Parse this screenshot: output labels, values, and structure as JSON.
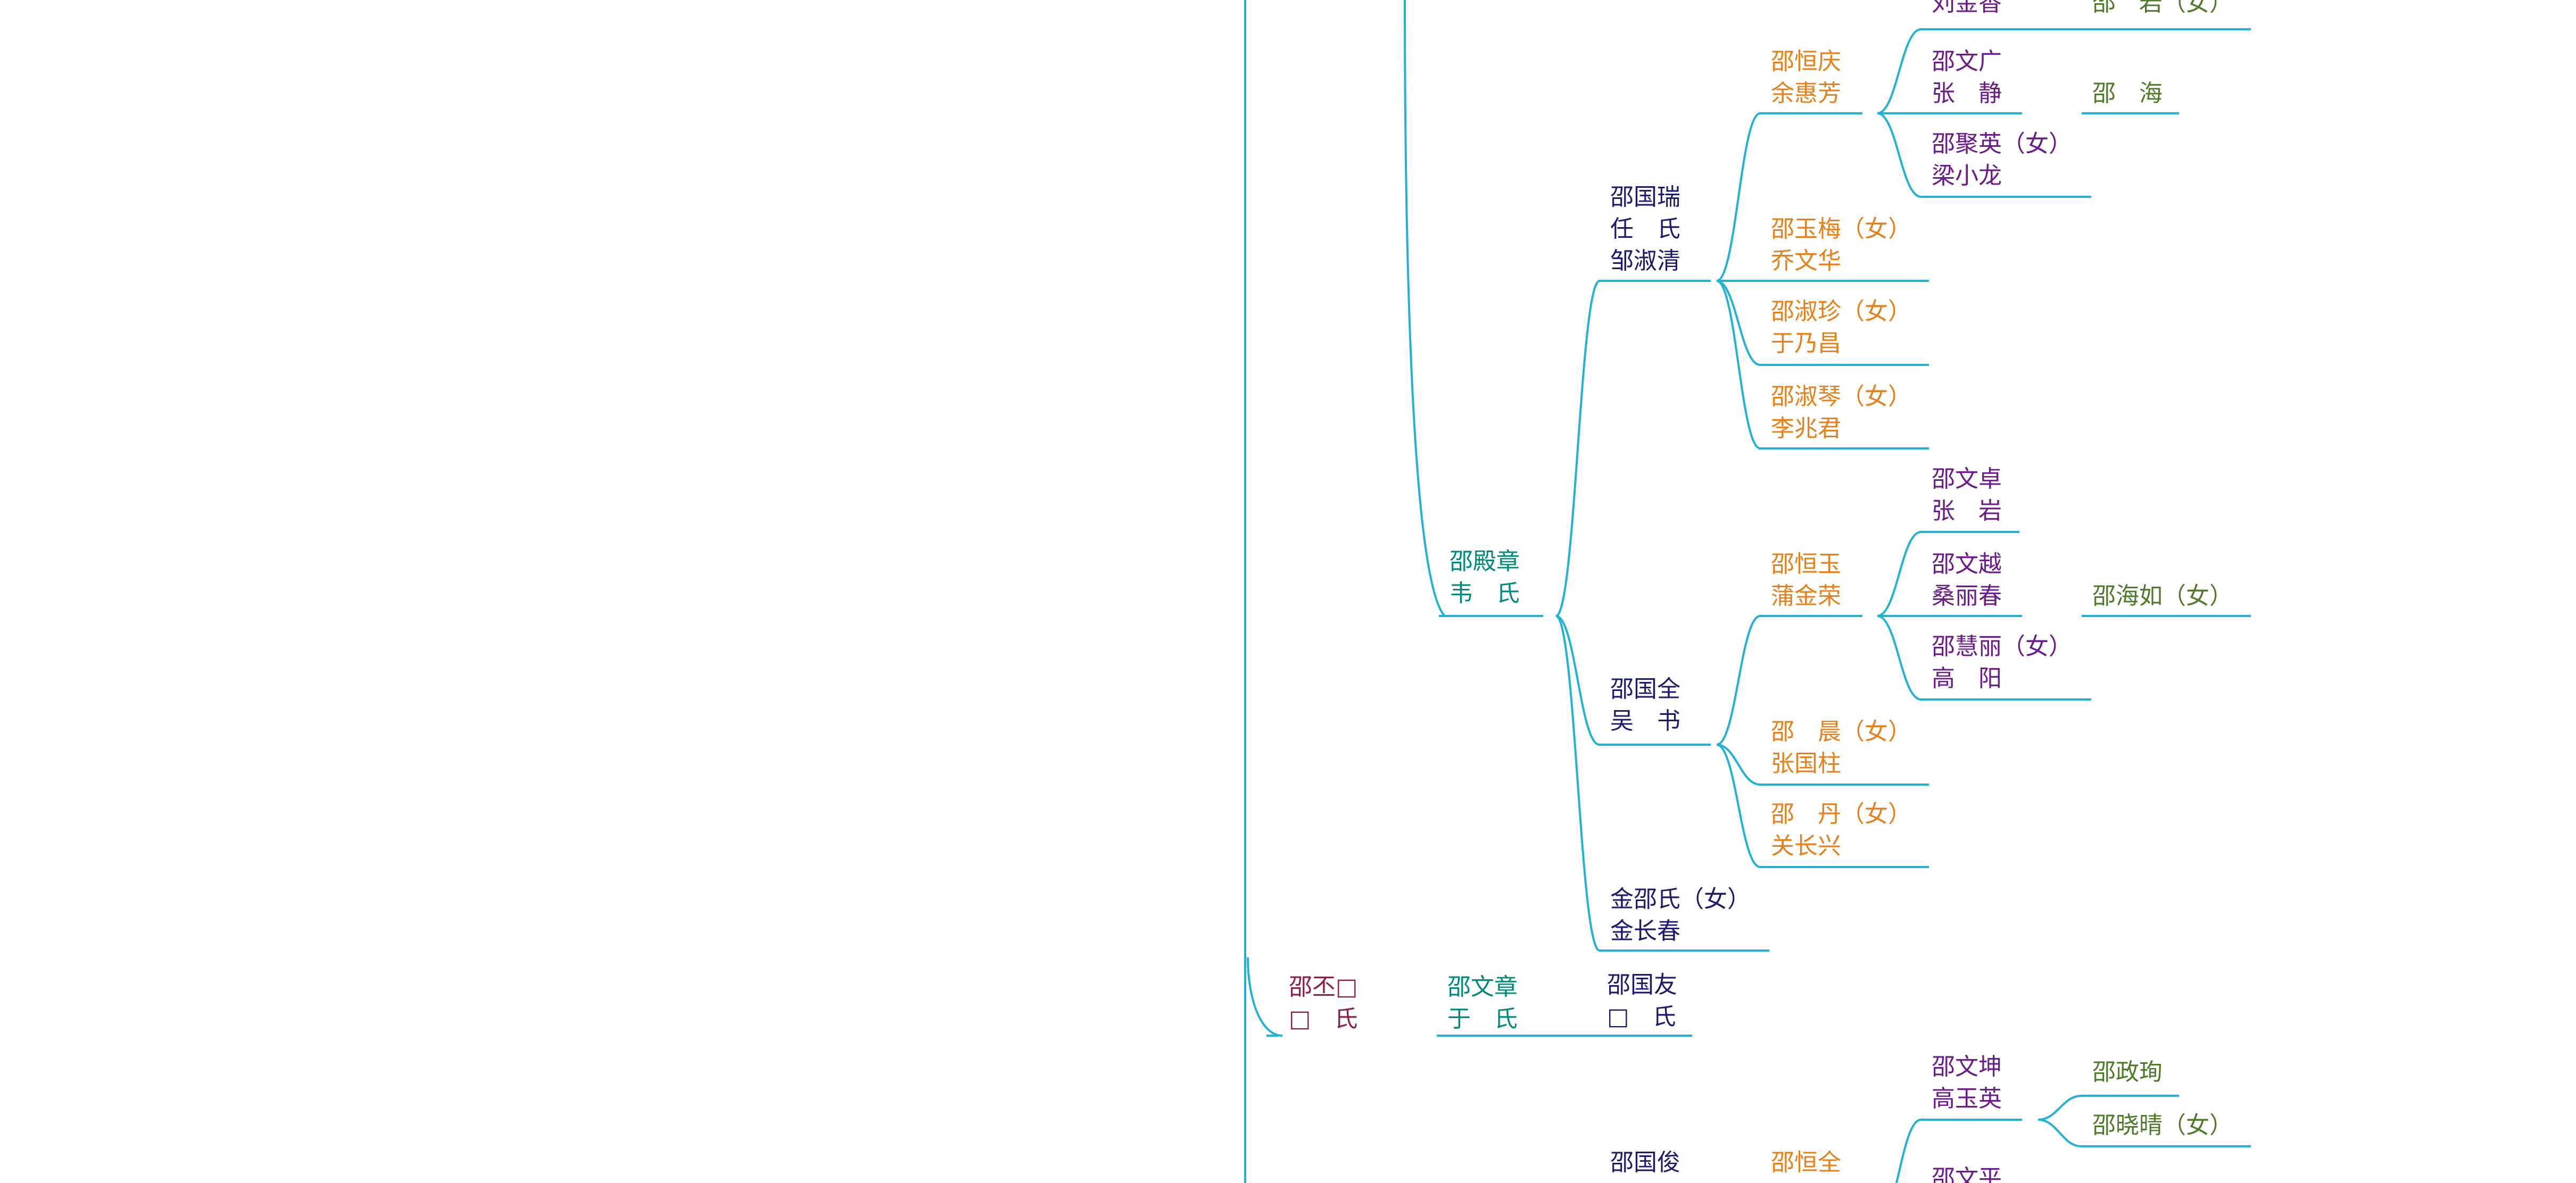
{
  "colors": {
    "line": "#22b2d4",
    "gen1": "#8a1f4e",
    "gen2": "#00897b",
    "gen3": "#1a1a6e",
    "gen4": "#e8801a",
    "gen5": "#6a1a8a",
    "gen6": "#4f7a2a"
  },
  "nodes": [
    {
      "id": "n_a1",
      "name": "邵丕□",
      "spouse": "□　氏",
      "gen": 1
    },
    {
      "id": "n_b2",
      "name": "邵殿章",
      "spouse": "韦　氏",
      "gen": 2
    },
    {
      "id": "n_b1",
      "name": "邵文章",
      "spouse": "于　氏",
      "gen": 2
    },
    {
      "id": "n_c1",
      "name": "邵国瑞",
      "spouse": "任　氏",
      "spouse2": "邹淑清",
      "gen": 3
    },
    {
      "id": "n_c2",
      "name": "邵国全",
      "spouse": "吴　书",
      "gen": 3
    },
    {
      "id": "n_c3",
      "name": "金邵氏（女）",
      "spouse": "金长春",
      "gen": 3
    },
    {
      "id": "n_c4",
      "name": "邵国友",
      "spouse": "□　氏",
      "gen": 3
    },
    {
      "id": "n_c5",
      "name": "邵国俊",
      "spouse": "",
      "gen": 3
    },
    {
      "id": "n_d1",
      "name": "邵恒庆",
      "spouse": "余惠芳",
      "gen": 4
    },
    {
      "id": "n_d2",
      "name": "邵玉梅（女）",
      "spouse": "乔文华",
      "gen": 4
    },
    {
      "id": "n_d3",
      "name": "邵淑珍（女）",
      "spouse": "于乃昌",
      "gen": 4
    },
    {
      "id": "n_d4",
      "name": "邵淑琴（女）",
      "spouse": "李兆君",
      "gen": 4
    },
    {
      "id": "n_d5",
      "name": "邵恒玉",
      "spouse": "蒲金荣",
      "gen": 4
    },
    {
      "id": "n_d6",
      "name": "邵　晨（女）",
      "spouse": "张国柱",
      "gen": 4
    },
    {
      "id": "n_d7",
      "name": "邵　丹（女）",
      "spouse": "关长兴",
      "gen": 4
    },
    {
      "id": "n_d8",
      "name": "邵恒全",
      "spouse": "",
      "gen": 4
    },
    {
      "id": "n_e0",
      "name": "",
      "spouse": "刘金香",
      "gen": 5
    },
    {
      "id": "n_e1",
      "name": "邵文广",
      "spouse": "张　静",
      "gen": 5
    },
    {
      "id": "n_e2",
      "name": "邵聚英（女）",
      "spouse": "梁小龙",
      "gen": 5
    },
    {
      "id": "n_e3",
      "name": "邵文卓",
      "spouse": "张　岩",
      "gen": 5
    },
    {
      "id": "n_e4",
      "name": "邵文越",
      "spouse": "桑丽春",
      "gen": 5
    },
    {
      "id": "n_e5",
      "name": "邵慧丽（女）",
      "spouse": "高　阳",
      "gen": 5
    },
    {
      "id": "n_e6",
      "name": "邵文坤",
      "spouse": "高玉英",
      "gen": 5
    },
    {
      "id": "n_e7",
      "name": "邵文平",
      "spouse": "",
      "gen": 5
    },
    {
      "id": "n_f0",
      "name": "邵　岩（女）",
      "spouse": "",
      "gen": 6
    },
    {
      "id": "n_f1",
      "name": "邵　海",
      "spouse": "",
      "gen": 6
    },
    {
      "id": "n_f2",
      "name": "邵海如（女）",
      "spouse": "",
      "gen": 6
    },
    {
      "id": "n_f3",
      "name": "邵政珣",
      "spouse": "",
      "gen": 6
    },
    {
      "id": "n_f4",
      "name": "邵晓晴（女）",
      "spouse": "",
      "gen": 6
    }
  ]
}
